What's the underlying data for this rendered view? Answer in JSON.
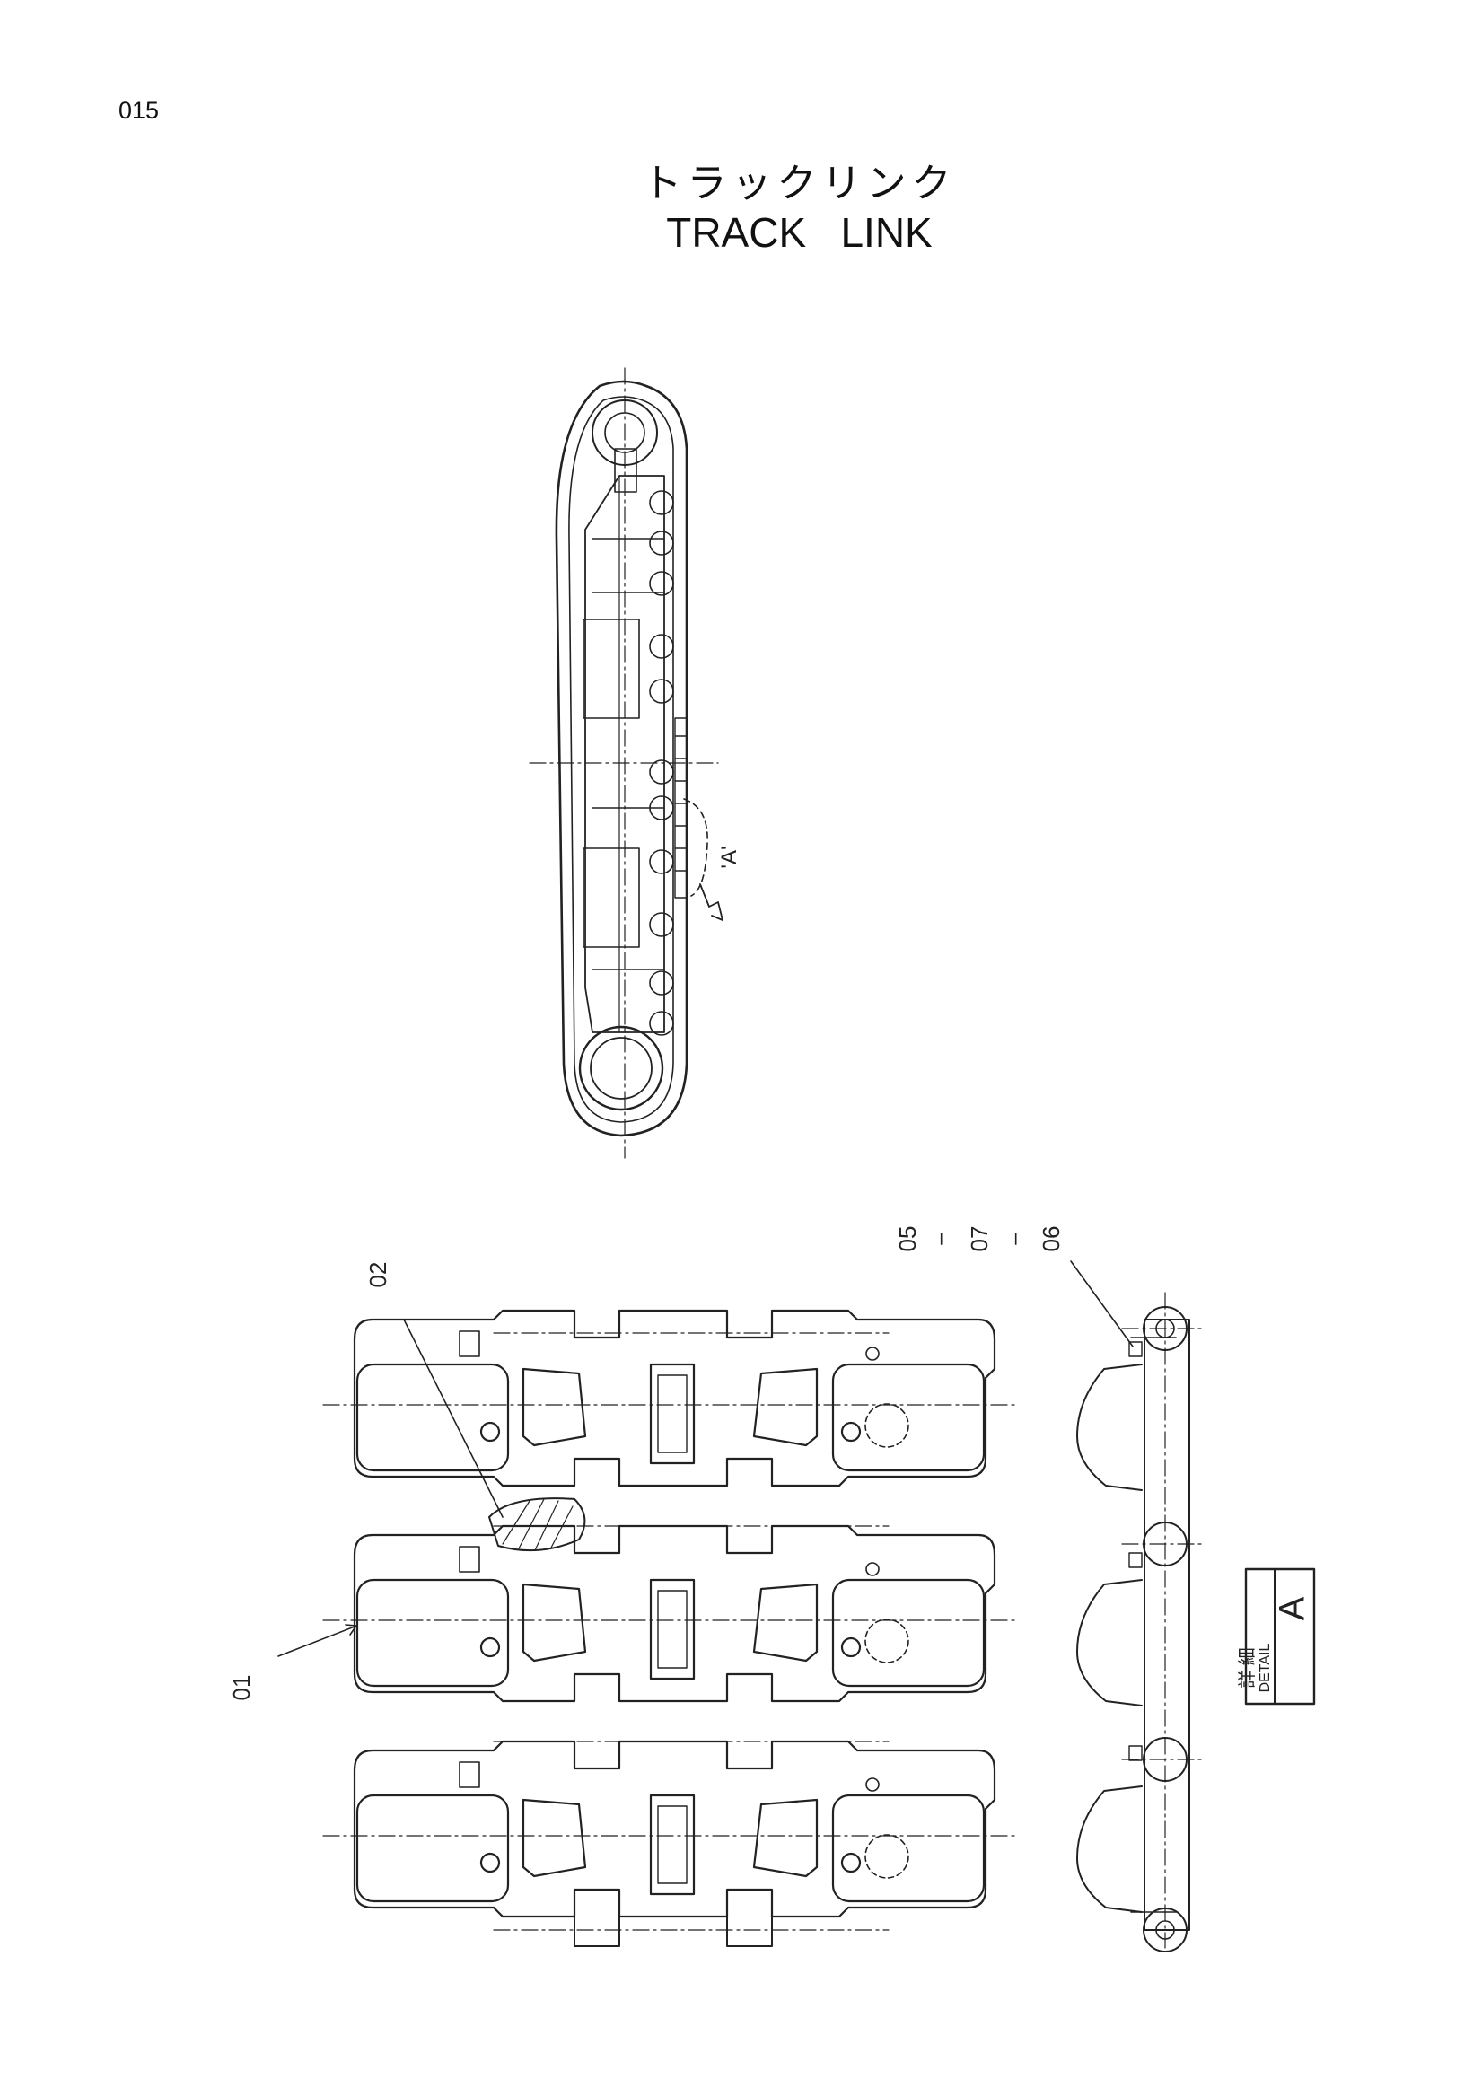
{
  "page": {
    "number": "015",
    "title_jp": "トラックリンク",
    "title_en": "TRACK   LINK"
  },
  "callouts": {
    "view_label": "'A'",
    "part_01": "01",
    "part_02": "02",
    "part_05": "05",
    "part_07": "07",
    "part_06": "06",
    "dash": "–"
  },
  "detail_box": {
    "jp": "詳 細",
    "en": "DETAIL",
    "letter": "A"
  }
}
